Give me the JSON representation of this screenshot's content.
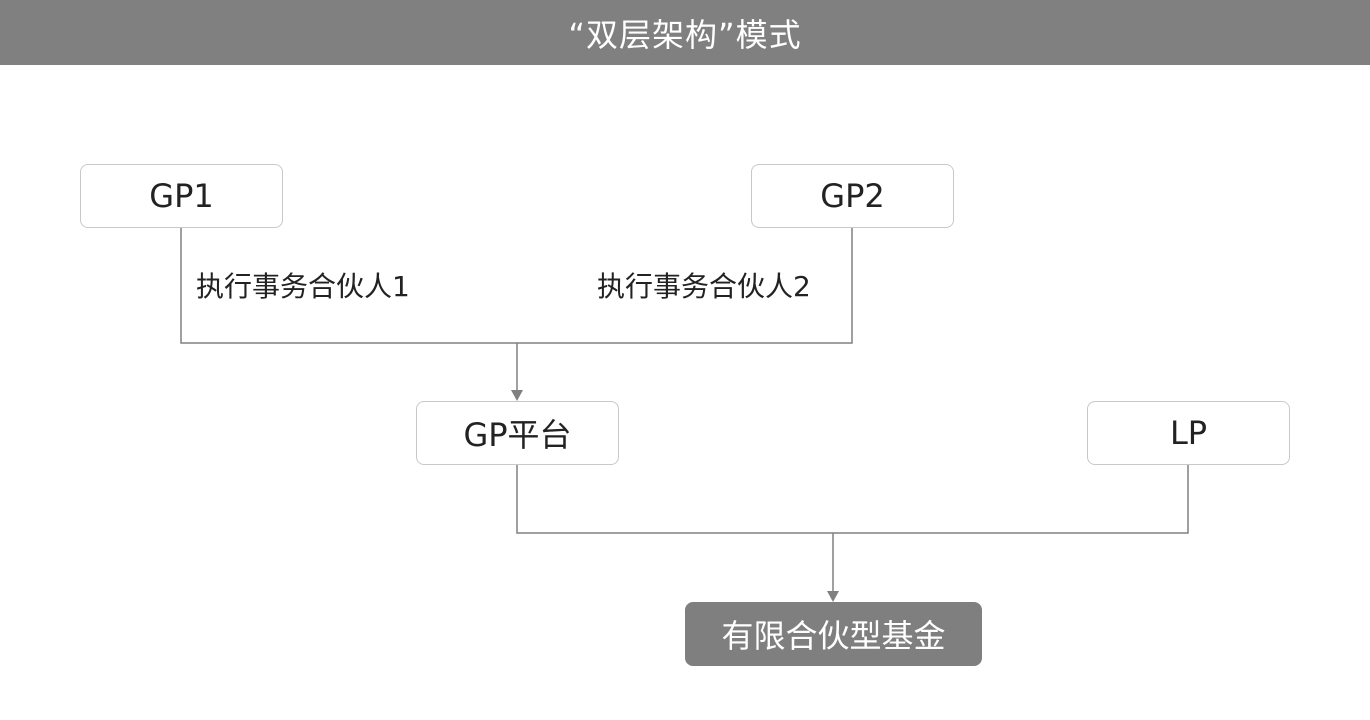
{
  "header": {
    "title": "“双层架构”模式"
  },
  "nodes": {
    "gp1": "GP1",
    "gp2": "GP2",
    "gp_platform": "GP平台",
    "lp": "LP",
    "fund": "有限合伙型基金"
  },
  "edge_labels": {
    "gp1": "执行事务合伙人1",
    "gp2": "执行事务合伙人2"
  },
  "colors": {
    "header_bg": "#808080",
    "line": "#808080",
    "node_border": "#c8c8c8",
    "fund_bg": "#7f7f7f"
  }
}
